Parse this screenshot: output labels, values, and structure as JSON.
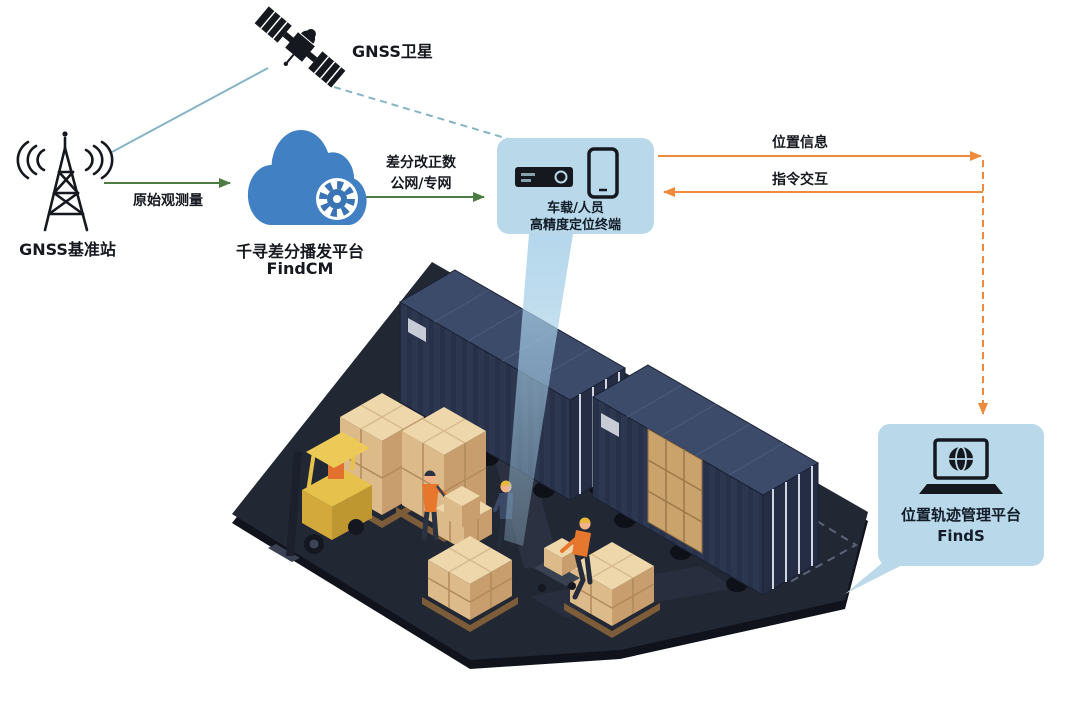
{
  "nodes": {
    "satellite": {
      "label": "GNSS卫星"
    },
    "base_station": {
      "label": "GNSS基准站"
    },
    "cloud_platform": {
      "name": "千寻差分播发平台",
      "product": "FindCM"
    },
    "terminal": {
      "line1": "车载/人员",
      "line2": "高精度定位终端"
    },
    "management_platform": {
      "name": "位置轨迹管理平台",
      "product": "FindS"
    }
  },
  "edges": {
    "raw_observation": "原始观测量",
    "correction_line1": "差分改正数",
    "correction_line2": "公网/专网",
    "position_info": "位置信息",
    "command_interaction": "指令交互"
  },
  "icons": {
    "satellite-icon": "black GNSS satellite with solar panels",
    "base-station-icon": "lattice radio tower with signal waves",
    "cloud-gear-icon": "blue cloud with gear",
    "terminal-device-icon": "vehicle receiver box and smartphone",
    "laptop-globe-icon": "laptop with globe on screen"
  },
  "colors": {
    "panel_bg": "#b9d9ea",
    "cloud_blue": "#4180c2",
    "gear_blue": "#3a74b4",
    "arrow_green": "#4d7c43",
    "arrow_orange": "#ee8a3c",
    "link_teal": "#85b4c6",
    "platform_dark": "#222734",
    "container_side": "#2d3850",
    "container_top": "#3d4b6b",
    "box_tan": "#ddba8a",
    "forklift_yellow": "#e6c14b",
    "beam_blue": "#a8d0e8"
  }
}
